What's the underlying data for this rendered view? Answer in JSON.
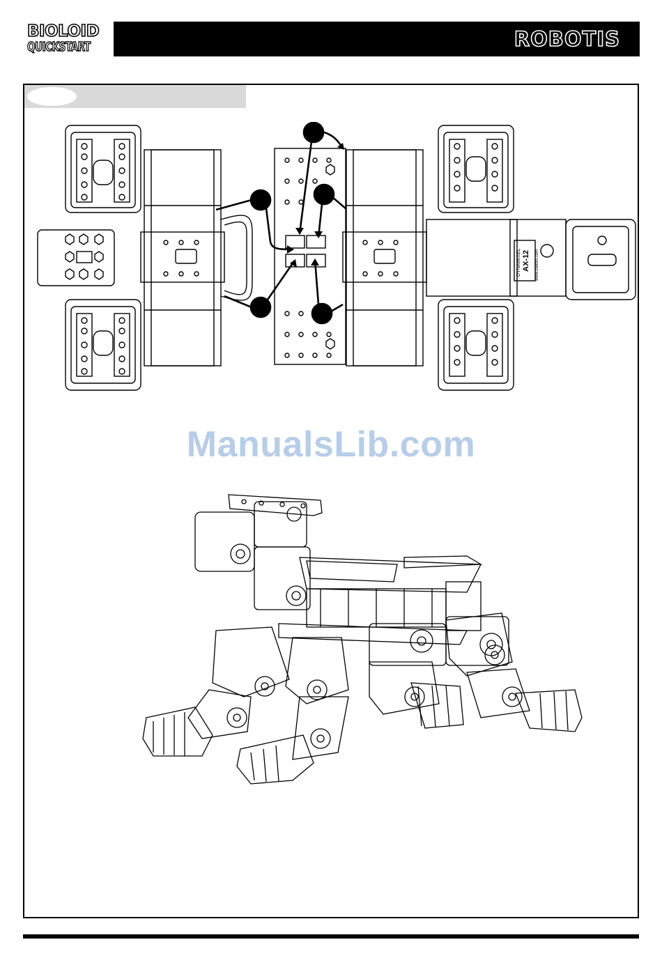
{
  "header": {
    "logo_line1": "BIOLOID",
    "logo_line2": "QUICKSTART",
    "brand": "ROBOTIS"
  },
  "watermark": "ManualsLib.com",
  "servo_labels": {
    "model": "AX-12",
    "maker": "DYNAMIXEL",
    "url": "www.robotis.com"
  }
}
